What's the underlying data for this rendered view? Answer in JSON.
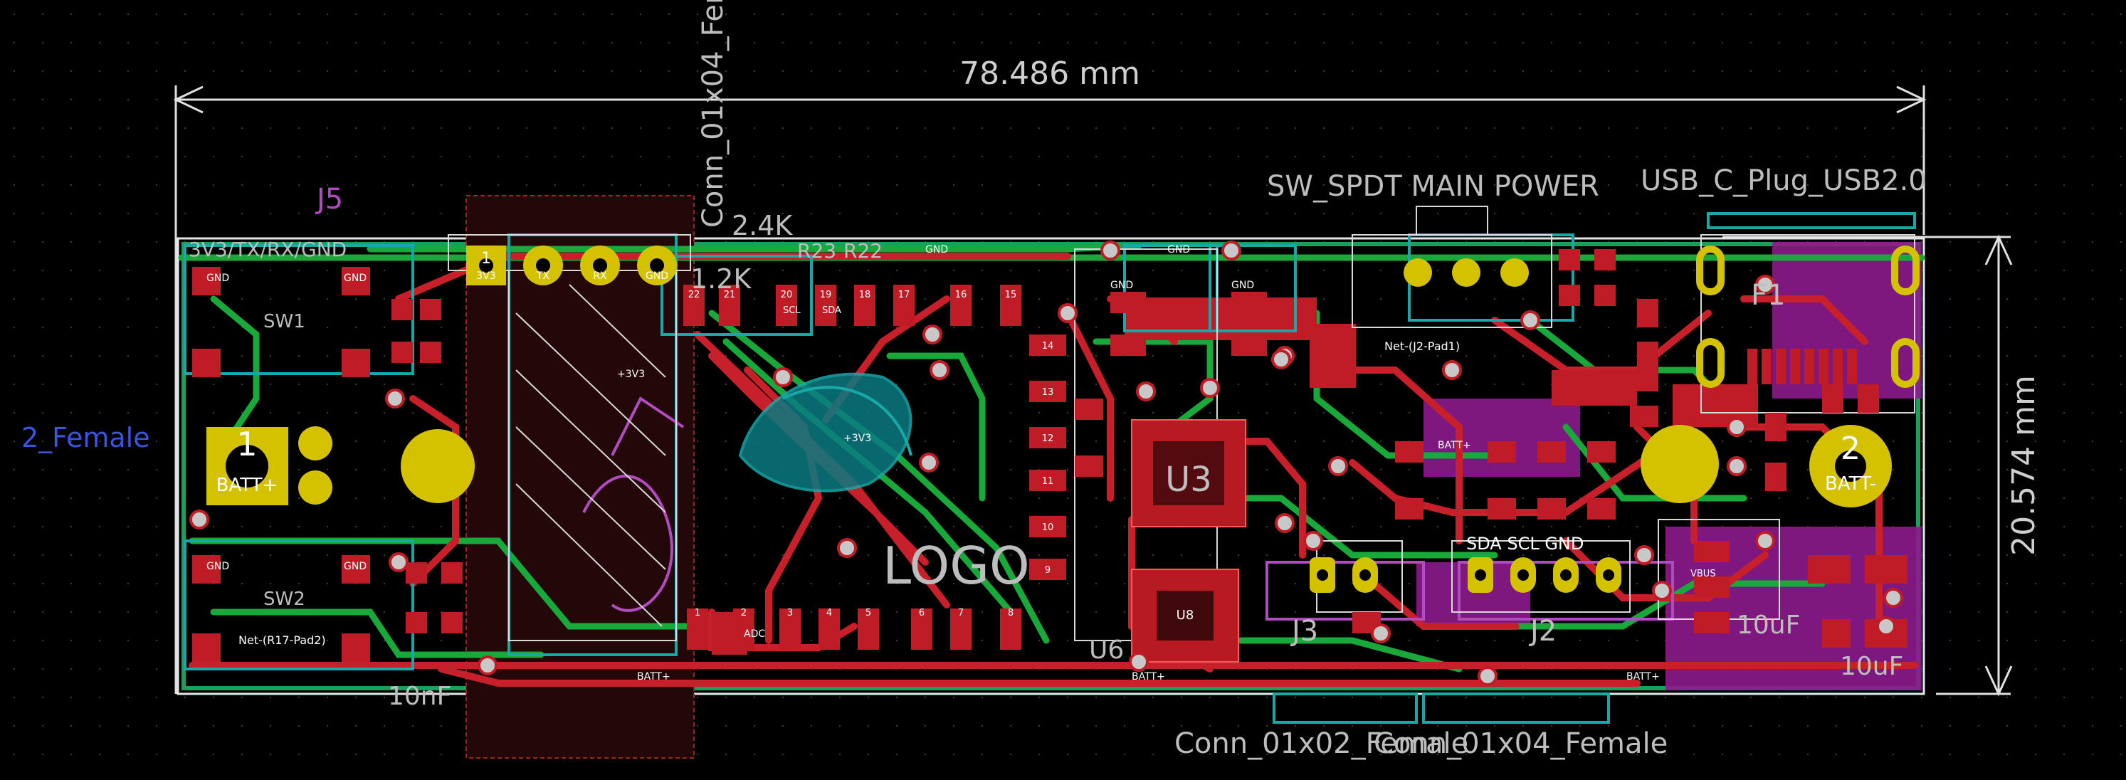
{
  "dimensions": {
    "width_label": "78.486 mm",
    "height_label": "20.574 mm"
  },
  "component_labels": {
    "sw_spdt": "SW_SPDT MAIN POWER",
    "usb_c": "USB_C_Plug_USB2.0",
    "conn_female": "Conn_01x04_Female",
    "conn_01x02": "Conn_01x02_Female",
    "conn_01x04_bottom": "Conn_01x04_Female",
    "j5": "J5",
    "r_24k": "2.4K",
    "r_12k": "1.2K",
    "r23": "R23",
    "r22": "R22",
    "f1": "F1",
    "j3": "J3",
    "j2": "J2",
    "u3": "U3",
    "u8": "U8",
    "u6": "U6",
    "logo": "LOGO",
    "c10uf_a": "10uF",
    "c10uf_b": "10uF",
    "c10nf": "10nF",
    "sw1": "SW1",
    "sw2": "SW2",
    "j5_header_label": "3V3/TX/RX/GND",
    "left_female": "2_Female",
    "i2c_label": "SDA SCL GND",
    "batt_plus_pad": "BATT+",
    "batt_minus_pad": "BATT-",
    "pad1": "1",
    "pad2": "2",
    "header_pins": [
      "3V3",
      "TX",
      "RX",
      "GND"
    ],
    "net_r17": "Net-(R17-Pad2)",
    "net_j2": "Net-(J2-Pad1)",
    "gnd": "GND",
    "batt_net": "BATT+",
    "v33": "+3V3",
    "adc": "ADC",
    "scl": "SCL",
    "sda": "SDA",
    "vbus": "VBUS",
    "ic_pins_top": [
      "22",
      "21",
      "20",
      "19",
      "18",
      "17",
      "16",
      "15"
    ],
    "ic_pins_right": [
      "14",
      "13",
      "12",
      "11",
      "10",
      "9"
    ],
    "ic_pins_bottom": [
      "1",
      "2",
      "3",
      "4",
      "5",
      "6",
      "7",
      "8"
    ]
  },
  "colors": {
    "background": "#000000",
    "copper_front": "#c8202a",
    "copper_back": "#22aa22",
    "silkscreen": "#d8d8d8",
    "pad_gold": "#d4c200",
    "edge_cuts": "#e8e8e8",
    "courtyard_pink": "#b04cc0",
    "fab_cyan": "#18a8a8",
    "user_blue": "#3a55e0"
  }
}
